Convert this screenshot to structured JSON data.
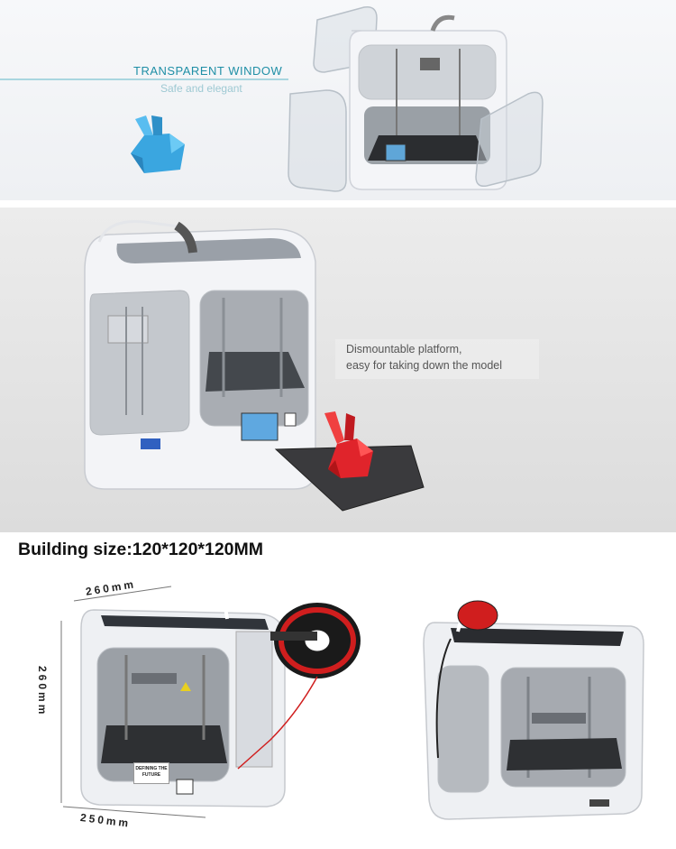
{
  "panel_window": {
    "title": "TRANSPARENT WINDOW",
    "subtitle": "Safe and elegant"
  },
  "panel_platform": {
    "callout_line1": "Dismountable platform,",
    "callout_line2": "easy for taking down the model"
  },
  "panel_size": {
    "heading": "Building size:120*120*120MM",
    "dim_depth": "260mm",
    "dim_height": "260mm",
    "dim_width": "250mm",
    "front_sticker": "DEFINING THE FUTURE"
  },
  "colors": {
    "accent_teal": "#1f8fa6",
    "bunny_blue": "#3aa6e0",
    "bunny_red": "#e0242b",
    "printer_white": "#f2f3f6",
    "filament_red": "#d01e1e"
  }
}
